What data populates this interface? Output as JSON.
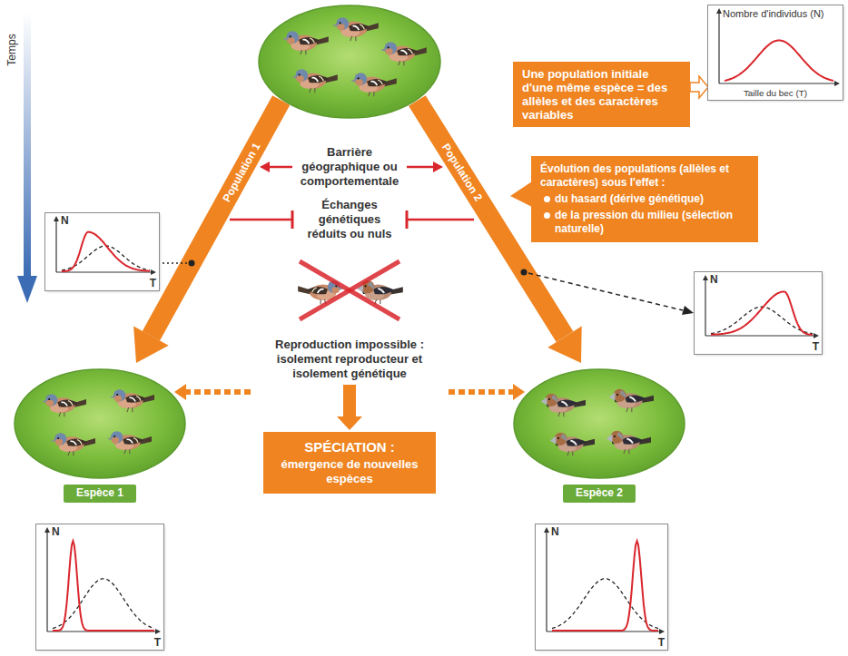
{
  "diagram": {
    "nodes": [
      {
        "text": [
          "Une population initiale d'une même espèce = des allèles et des caractères variables"
        ]
      },
      {
        "text": [
          "Nombre d'individus (N)",
          "Taille du bec (T)"
        ]
      },
      {
        "text": [
          "Évolution des populations (allèles et caractères) sous l'effet :",
          "du hasard (dérive génétique)",
          "de la pression du milieu (sélection naturelle)"
        ]
      },
      {
        "text": [
          "N",
          "T"
        ]
      },
      {
        "text": [
          "N",
          "T"
        ]
      },
      {
        "text": [
          "Espèce 1"
        ]
      },
      {
        "text": [
          "SPÉCIATION :",
          "émergence de nouvelles espèces"
        ]
      },
      {
        "text": [
          "Espèce 2"
        ]
      },
      {
        "text": [
          "N",
          "T"
        ]
      },
      {
        "text": [
          "N",
          "T"
        ]
      }
    ],
    "edges": [
      {
        "from": 0,
        "to": 1,
        "arrow": "to"
      }
    ],
    "labels": [
      "Temps",
      "Barrière géographique ou comportementale",
      "Population 1",
      "Population 2",
      "Échanges génétiques réduits ou nuls",
      "Reproduction impossible : isolement reproducteur et isolement génétique"
    ]
  }
}
